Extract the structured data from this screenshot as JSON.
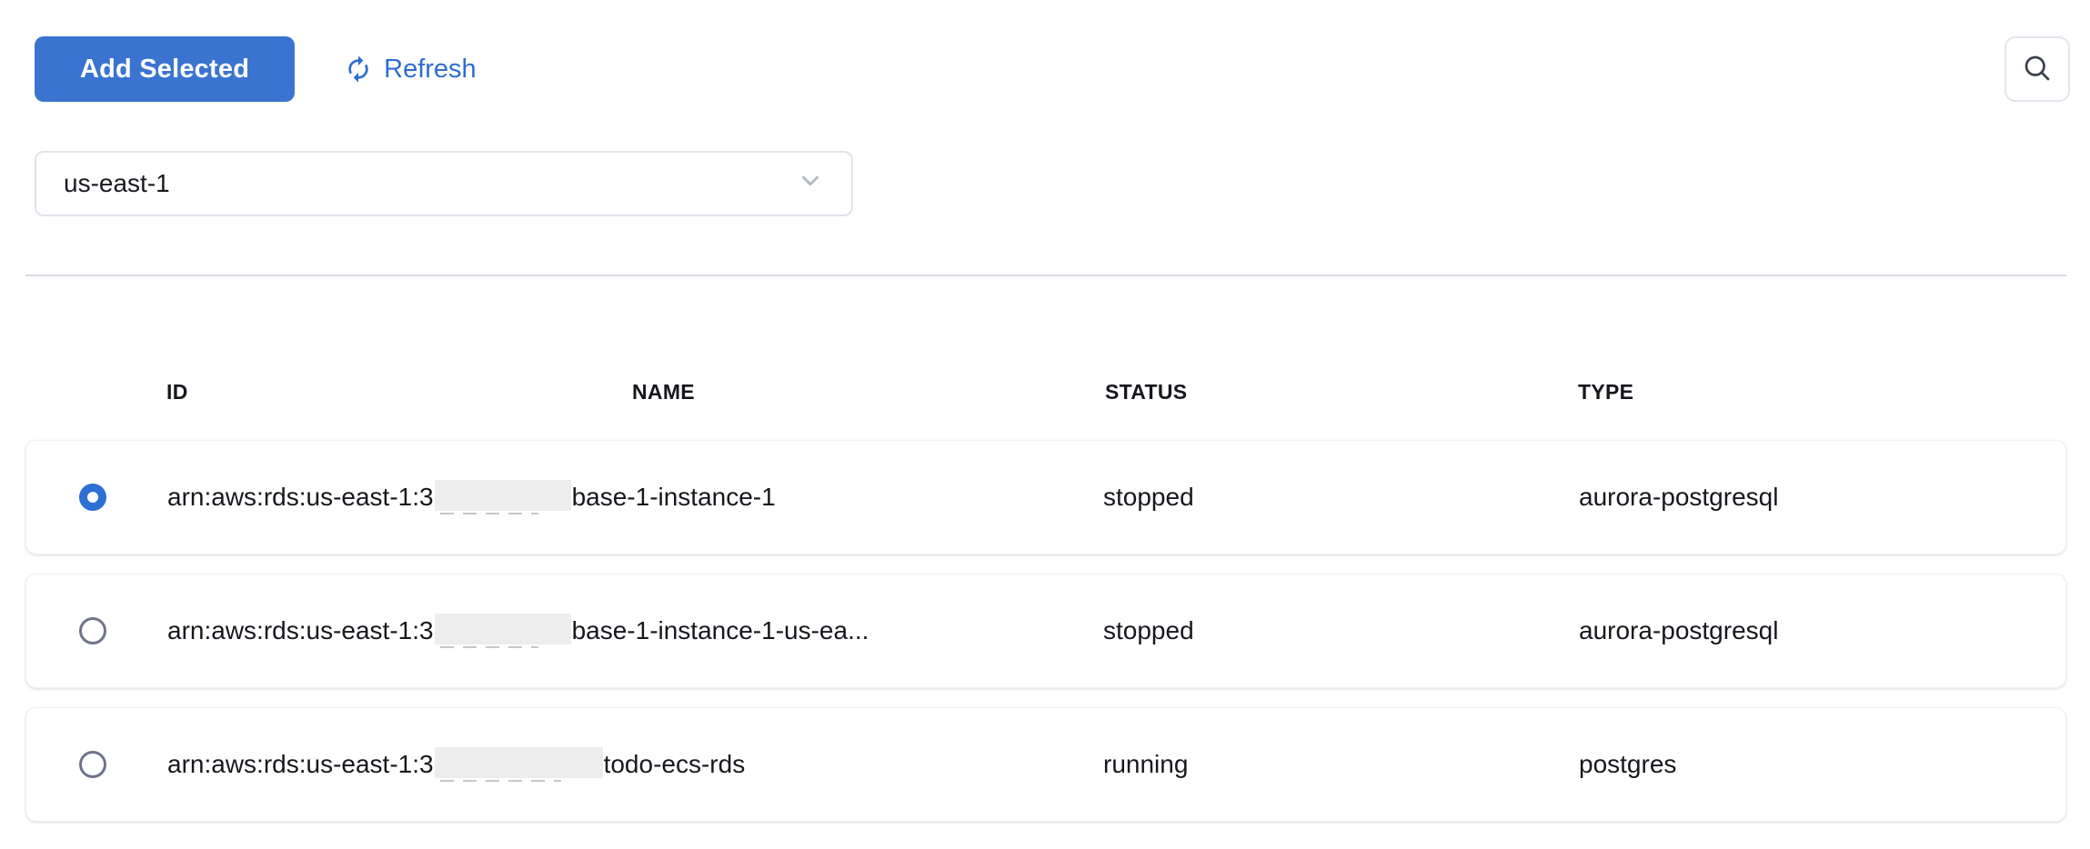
{
  "toolbar": {
    "add_selected_label": "Add Selected",
    "refresh_label": "Refresh",
    "refresh_icon": "refresh-icon",
    "search_icon": "search-icon"
  },
  "region_select": {
    "value": "us-east-1",
    "chevron_icon": "chevron-down-icon"
  },
  "table": {
    "columns": [
      "ID",
      "NAME",
      "STATUS",
      "TYPE"
    ],
    "rows": [
      {
        "selected": true,
        "id_prefix": "arn:aws:rds:us-east-1:3",
        "redacted": true,
        "name_visible": "base-1-instance-1",
        "status": "stopped",
        "type": "aurora-postgresql"
      },
      {
        "selected": false,
        "id_prefix": "arn:aws:rds:us-east-1:3",
        "redacted": true,
        "name_visible": "base-1-instance-1-us-ea...",
        "status": "stopped",
        "type": "aurora-postgresql"
      },
      {
        "selected": false,
        "id_prefix": "arn:aws:rds:us-east-1:3",
        "redacted": true,
        "name_visible": "todo-ecs-rds",
        "status": "running",
        "type": "postgres"
      }
    ]
  },
  "colors": {
    "accent_blue": "#3b74d0",
    "link_blue": "#2e6dd2",
    "radio_selected_blue": "#2d6fd3",
    "text_dark": "#16181d",
    "divider": "#d9dbe3",
    "border_light": "#e0e3ea",
    "redaction_bg": "#ededee",
    "radio_unselected_ring": "#6f7489"
  }
}
